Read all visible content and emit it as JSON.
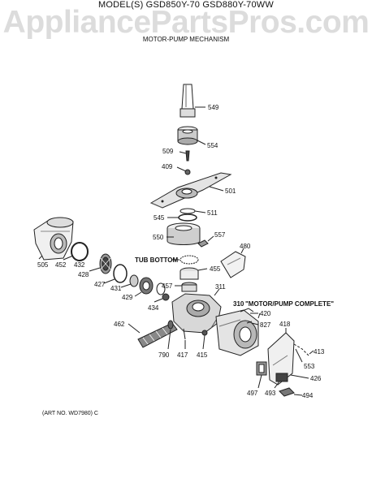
{
  "header": {
    "model": "MODEL(S) GSD850Y-70  GSD880Y-70WW",
    "watermark": "AppliancePartsPros.com",
    "subtitle": "MOTOR-PUMP MECHANISM"
  },
  "footer": {
    "art_no": "(ART NO. WD7980) C"
  },
  "callouts": {
    "p549": "549",
    "p554": "554",
    "p509": "509",
    "p409": "409",
    "p501": "501",
    "p545": "545",
    "p511": "511",
    "p550": "550",
    "p557": "557",
    "p505": "505",
    "p452": "452",
    "p432": "432",
    "p428": "428",
    "p427": "427",
    "p431": "431",
    "p429": "429",
    "p434": "434",
    "p455": "455",
    "p457": "457",
    "p311": "311",
    "p480": "480",
    "p310": "310",
    "p420": "420",
    "p827": "827",
    "p462": "462",
    "p790": "790",
    "p417": "417",
    "p415": "415",
    "p418": "418",
    "p413": "413",
    "p553": "553",
    "p426": "426",
    "p497": "497",
    "p493": "493",
    "p494": "494"
  },
  "notes": {
    "tub_bottom": "TUB BOTTOM",
    "motor_pump_complete": "\"MOTOR/PUMP COMPLETE\""
  }
}
